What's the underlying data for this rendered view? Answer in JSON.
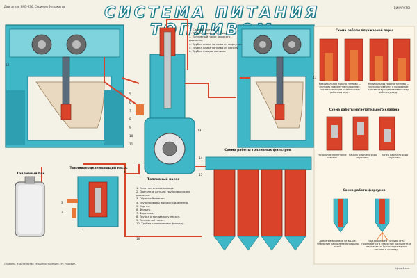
{
  "header_small": "Двигатель ЯМЗ-236. Серия из 9 плакатов",
  "header_right": "ВИНАРАТОН",
  "title": "СИСТЕМА ПИТАНИЯ ТОПЛИВОМ",
  "labels": {
    "tank": "Топливный бак",
    "pump_primer": "Топливоподкачивающий насос",
    "hp_pump": "Топливный насос",
    "filter_scheme": "Схема работы топливных фильтров",
    "plunger_scheme": "Схема работы плунжерной пары",
    "valve_scheme": "Схема работы нагнетательного клапана",
    "injector_scheme": "Схема работы форсунки"
  },
  "legend_top": [
    "1. Сливной фитинг.",
    "2. Трубка подвода топлива.",
    "3. Топливный насос высокого давления.",
    "4. Трубка слива топлива из форсунок.",
    "5. Трубка слива топлива из насоса.",
    "6. Трубки отвода топлива."
  ],
  "legend_bottom": [
    "1. Уплотнительное кольцо.",
    "2. Двигатель штуцер трубки высокого давления.",
    "3. Обратный клапан.",
    "4. Трубопроводы высокого давления.",
    "5. Корпус.",
    "6. Фильтр.",
    "7. Форсунка.",
    "8. Трубка к топливному насосу.",
    "9. Топливный насос.",
    "10. Трубка к топливному фильтру."
  ],
  "plunger_captions": [
    "Максимальная подача топлива — плунжер повёрнут в положение, соответствующее наибольшему рабочему ходу.",
    "Минимальная подача топлива — плунжер повёрнут в положение, соответствующее наименьшему рабочему ходу."
  ],
  "valve_captions": [
    "Начальное нагнетание клапана.",
    "Начало рабочего хода плунжера.",
    "Конец рабочего хода плунжера."
  ],
  "injector_captions": [
    "Давление в камере не вы-ше. Отверстие распылителя закрыто иглой.",
    "Под давлением топлива игла поднимается и отверстие распылителя открывается. Происходит впрыск топлива в цилиндр."
  ],
  "numbers": [
    "12",
    "4",
    "3",
    "2",
    "1",
    "5",
    "6",
    "7",
    "8",
    "9",
    "10",
    "11",
    "13",
    "14",
    "15",
    "16",
    "17"
  ],
  "footer_left": "Плакаты. Издательство «Машиностроение». Уч. пособие.",
  "footer_right": "Цена 4 коп.",
  "colors": {
    "cyan": "#3fb7c6",
    "cyan_dark": "#1c7c8c",
    "red": "#d9432a",
    "orange": "#e8783a",
    "panel": "#fbf6e8",
    "background": "#f4f1e6"
  }
}
